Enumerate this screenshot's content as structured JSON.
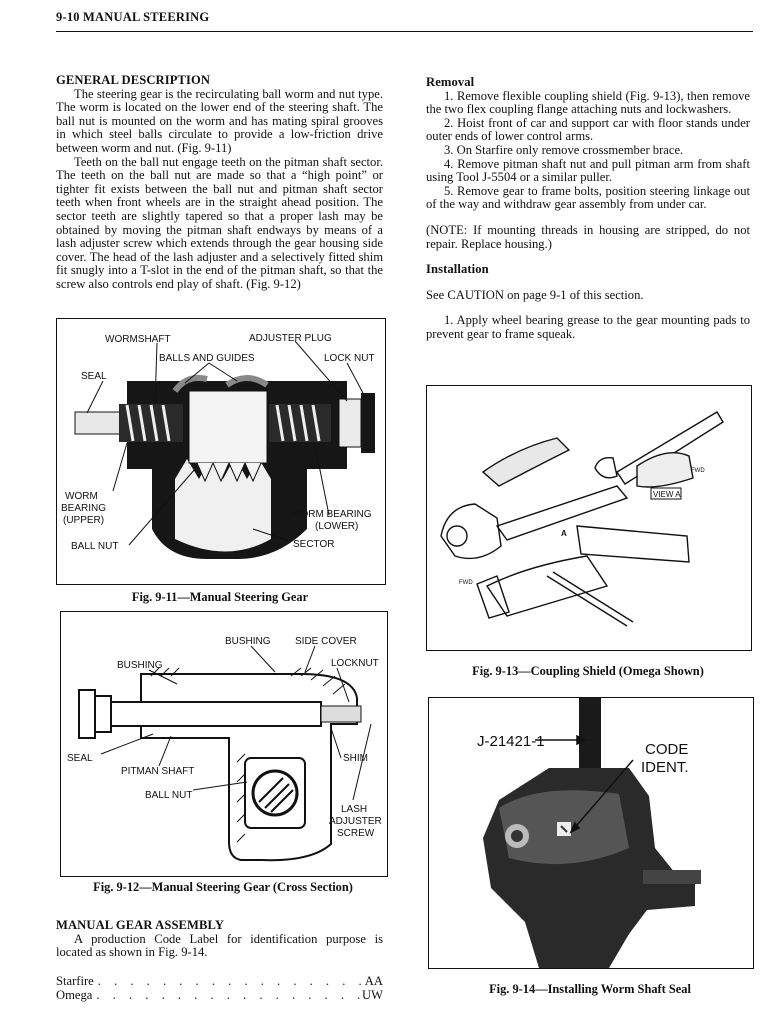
{
  "header": {
    "page_title": "9-10  MANUAL STEERING"
  },
  "left": {
    "general_heading": "GENERAL DESCRIPTION",
    "general_p1": "The steering gear is the recirculating ball worm and nut type. The worm is located on the lower end of the steering shaft. The ball nut is mounted on the worm and has mating spiral grooves in which steel balls circulate to provide a low-friction drive between worm and nut. (Fig. 9-11)",
    "general_p2": "Teeth on the ball nut engage teeth on the pitman shaft sector. The teeth on the ball nut are made so that a “high point” or tighter fit exists between the ball nut and pitman shaft sector teeth when front wheels are in the straight ahead position. The sector teeth are slightly tapered so that a proper lash may be obtained by moving the pitman shaft endways by means of a lash adjuster screw which extends through the gear housing side cover. The head of the lash adjuster and a selectively fitted shim fit snugly into a T-slot in the end of the pitman shaft, so that the screw also controls end play of shaft. (Fig. 9-12)",
    "assembly_heading": "MANUAL GEAR ASSEMBLY",
    "assembly_p": "A production Code Label for identification purpose is located as shown in Fig. 9-14.",
    "codes": [
      {
        "name": "Starfire",
        "leader": ". . . . . . . . . . . . . . . . . . . . . . . . . . .",
        "code": "AA"
      },
      {
        "name": "Omega",
        "leader": ". . . . . . . . . . . . . . . . . . . . . . . . . . .",
        "code": "UW"
      }
    ]
  },
  "fig_9_11": {
    "caption": "Fig. 9-11—Manual Steering Gear",
    "labels": {
      "wormshaft": "WORMSHAFT",
      "adjuster_plug": "ADJUSTER PLUG",
      "balls_guides": "BALLS AND GUIDES",
      "lock_nut": "LOCK NUT",
      "seal": "SEAL",
      "worm_bearing_upper_1": "WORM",
      "worm_bearing_upper_2": "BEARING",
      "worm_bearing_upper_3": "(UPPER)",
      "worm_bearing_lower_1": "WORM BEARING",
      "worm_bearing_lower_2": "(LOWER)",
      "ball_nut": "BALL NUT",
      "sector": "SECTOR"
    }
  },
  "fig_9_12": {
    "caption": "Fig. 9-12—Manual Steering Gear (Cross Section)",
    "labels": {
      "bushing_top": "BUSHING",
      "side_cover": "SIDE COVER",
      "bushing_left": "BUSHING",
      "locknut": "LOCKNUT",
      "seal": "SEAL",
      "shim": "SHIM",
      "pitman_shaft": "PITMAN SHAFT",
      "ball_nut": "BALL NUT",
      "lash_1": "LASH",
      "lash_2": "ADJUSTER",
      "lash_3": "SCREW"
    }
  },
  "right": {
    "removal_heading": "Removal",
    "removal_steps": [
      "1. Remove flexible coupling shield (Fig. 9-13), then remove the two flex coupling flange attaching nuts and lockwashers.",
      "2. Hoist front of car and support car with floor stands under outer ends of lower control arms.",
      "3. On Starfire only remove crossmember brace.",
      "4. Remove pitman shaft nut and pull pitman arm from shaft using Tool J-5504 or a similar puller.",
      "5. Remove gear to frame bolts, position steering linkage out of the way and withdraw gear assembly from under car."
    ],
    "note": "(NOTE: If mounting threads in housing are stripped, do not repair. Replace housing.)",
    "installation_heading": "Installation",
    "caution": "See CAUTION on page 9-1 of this section.",
    "install_step1": "1. Apply wheel bearing grease to the gear mounting pads to prevent gear to frame squeak."
  },
  "fig_9_13": {
    "caption": "Fig. 9-13—Coupling Shield (Omega Shown)",
    "labels": {
      "view_a": "VIEW A",
      "a": "A",
      "fwd": "FWD"
    }
  },
  "fig_9_14": {
    "caption": "Fig. 9-14—Installing Worm Shaft Seal",
    "labels": {
      "tool": "J-21421-1",
      "code_1": "CODE",
      "code_2": "IDENT."
    }
  }
}
